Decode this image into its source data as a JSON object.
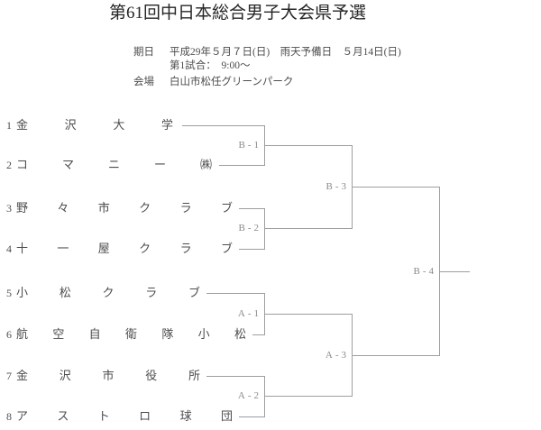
{
  "page": {
    "title": "第61回中日本総合男子大会県予選"
  },
  "info": {
    "date_label": "期日",
    "date_value": "平成29年５月７日(日)　雨天予備日　５月14日(日)",
    "first_match": "第1試合：　9:00～",
    "venue_label": "会場",
    "venue_value": "白山市松任グリーンパーク"
  },
  "bracket": {
    "teams": [
      {
        "seed": "1",
        "name": "金沢大学"
      },
      {
        "seed": "2",
        "name": "コマニー㈱"
      },
      {
        "seed": "3",
        "name": "野々市クラブ"
      },
      {
        "seed": "4",
        "name": "十一屋クラブ"
      },
      {
        "seed": "5",
        "name": "小松クラブ"
      },
      {
        "seed": "6",
        "name": "航空自衛隊小松"
      },
      {
        "seed": "7",
        "name": "金沢市役所"
      },
      {
        "seed": "8",
        "name": "アストロ球団"
      }
    ],
    "matches": [
      {
        "id": "B-1"
      },
      {
        "id": "B-2"
      },
      {
        "id": "A-1"
      },
      {
        "id": "A-2"
      },
      {
        "id": "B-3"
      },
      {
        "id": "A-3"
      },
      {
        "id": "B-4"
      }
    ]
  },
  "colors": {
    "line": "#9e9e9e",
    "label": "#8a8a8a",
    "text": "#4d4d4d",
    "title": "#262626",
    "background": "#ffffff"
  }
}
